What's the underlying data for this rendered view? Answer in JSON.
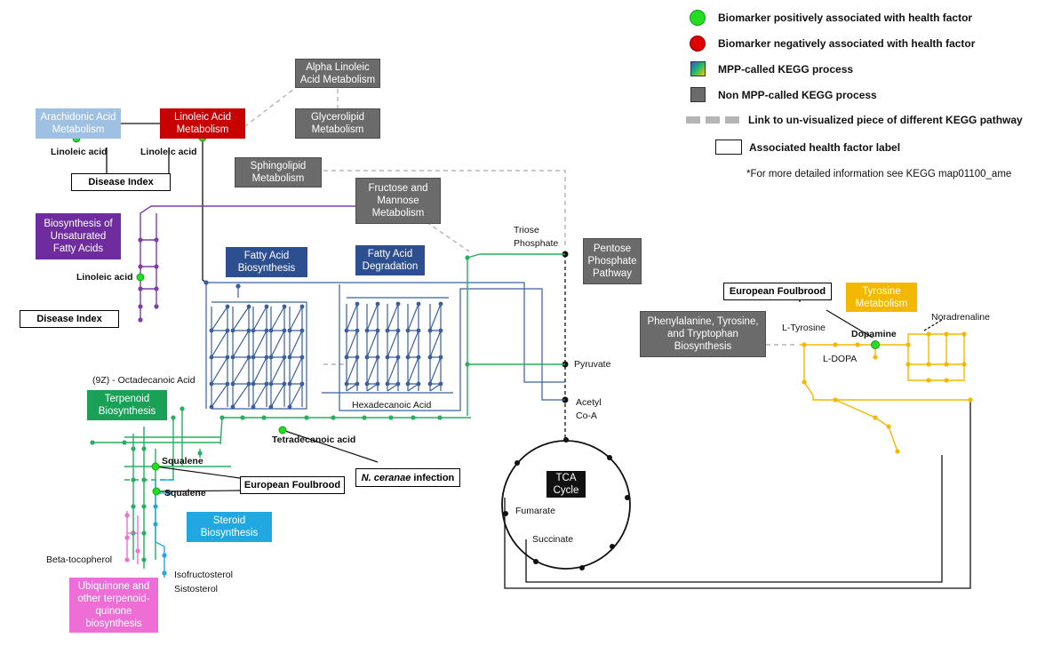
{
  "legend": {
    "positive": "Biomarker positively associated with health factor",
    "negative": "Biomarker negatively associated with health factor",
    "mpp": "MPP-called KEGG process",
    "non_mpp": "Non MPP-called KEGG process",
    "link": "Link to un-visualized piece of different KEGG pathway",
    "label": "Associated health factor label",
    "note": "*For more detailed information see KEGG map01100_ame"
  },
  "colors": {
    "positive": "#22dd22",
    "negative": "#e00000",
    "fatty_acid": "#3a5f9e",
    "green": "#27ae60",
    "purple": "#7b3fa6",
    "yellow": "#f5b800",
    "pink": "#ee6ed6",
    "cyan": "#22a8e0",
    "grey_box": "#6b6b6b"
  },
  "processes": {
    "arachidonic": "Arachidonic Acid Metabolism",
    "linoleic": "Linoleic Acid Metabolism",
    "alpha_linoleic": "Alpha Linoleic Acid Metabolism",
    "glycerolipid": "Glycerolipid Metabolism",
    "sphingolipid": "Sphingolipid Metabolism",
    "fructose": "Fructose and Mannose Metabolism",
    "biosynthesis_unsat": "Biosynthesis of Unsaturated Fatty Acids",
    "fa_biosynthesis": "Fatty Acid Biosynthesis",
    "fa_degradation": "Fatty Acid Degradation",
    "pentose": "Pentose Phosphate Pathway",
    "tyrosine": "Tyrosine Metabolism",
    "phe_tyr_trp": "Phenylalanine, Tyrosine, and Tryptophan Biosynthesis",
    "terpenoid": "Terpenoid Biosynthesis",
    "steroid": "Steroid Biosynthesis",
    "ubiquinone": "Ubiquinone and other terpenoid-quinone biosynthesis",
    "tca": "TCA Cycle"
  },
  "health_labels": {
    "disease_index_1": "Disease Index",
    "disease_index_2": "Disease Index",
    "efb_1": "European Foulbrood",
    "efb_2": "European Foulbrood",
    "nceranae_italic": "N. ceranae",
    "nceranae_rest": " infection"
  },
  "compounds": {
    "linoleic_1": "Linoleic acid",
    "linoleic_2": "Linoleic acid",
    "linoleic_3": "Linoleic acid",
    "triose": "Triose Phosphate",
    "pyruvate": "Pyruvate",
    "acetyl": "Acetyl Co-A",
    "octadecanoic": "(9Z) - Octadecanoic Acid",
    "hexadecanoic": "Hexadecanoic Acid",
    "tetradecanoic": "Tetradecanoic acid",
    "squalene_1": "Squalene",
    "squalene_2": "Squalene",
    "beta_toco": "Beta-tocopherol",
    "isofructosterol": "Isofructosterol",
    "sistosterol": "Sistosterol",
    "fumarate": "Fumarate",
    "succinate": "Succinate",
    "l_tyrosine": "L-Tyrosine",
    "l_dopa": "L-DOPA",
    "dopamine": "Dopamine",
    "noradrenaline": "Noradrenaline"
  }
}
